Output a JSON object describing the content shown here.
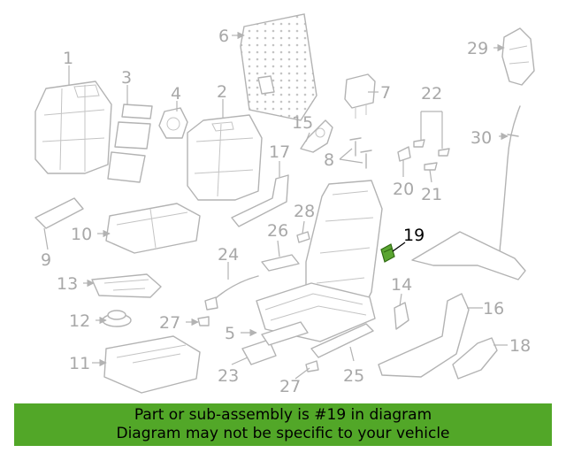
{
  "diagram": {
    "highlight_color": "#5aa531",
    "line_color": "#b3b3b3",
    "callouts": {
      "c1": "1",
      "c2": "2",
      "c3": "3",
      "c4": "4",
      "c5": "5",
      "c6": "6",
      "c7": "7",
      "c8": "8",
      "c9": "9",
      "c10": "10",
      "c12": "12",
      "c13": "13",
      "c14": "14",
      "c15": "15",
      "c16": "16",
      "c17": "17",
      "c18": "18",
      "c19": "19",
      "c20": "20",
      "c21": "21",
      "c22": "22",
      "c23": "23",
      "c24": "24",
      "c25": "25",
      "c26": "26",
      "c27a": "27",
      "c27b": "27",
      "c28": "28",
      "c29": "29",
      "c30": "30",
      "c11": "11"
    }
  },
  "banner": {
    "color": "#52a728",
    "line1": "Part or sub-assembly is #19 in diagram",
    "line2": "Diagram may not be specific to your vehicle"
  }
}
